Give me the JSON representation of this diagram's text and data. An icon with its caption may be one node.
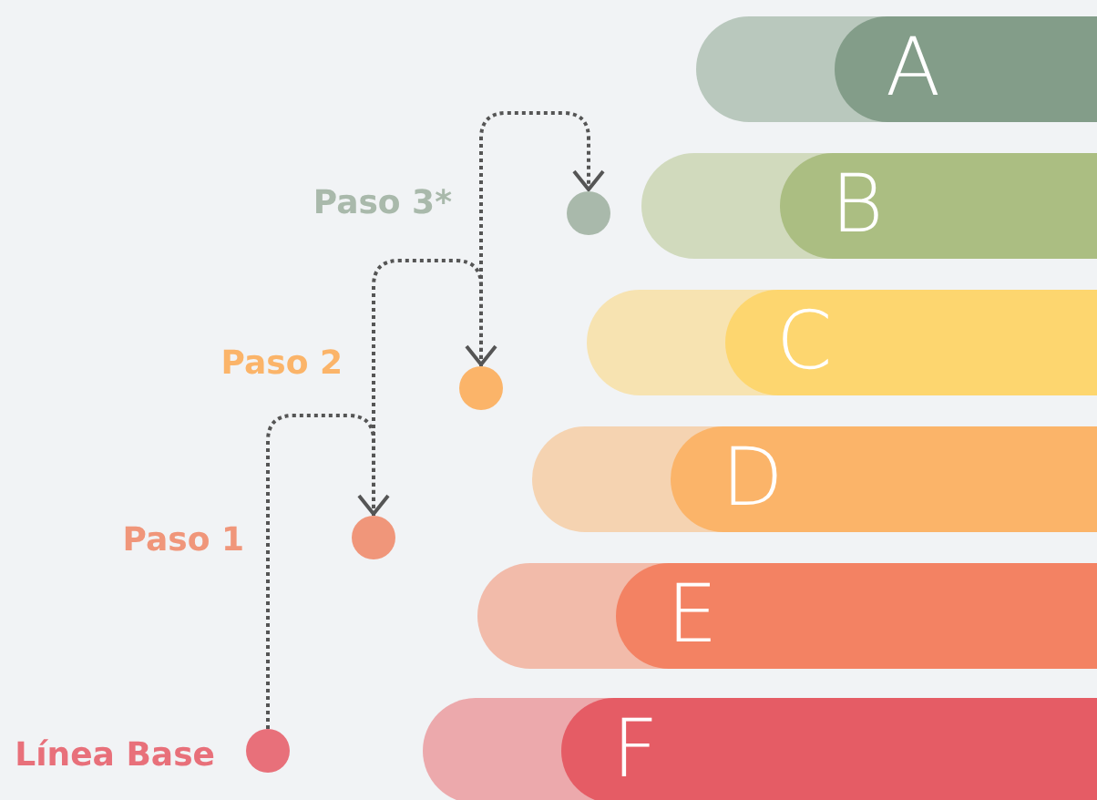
{
  "diagram": {
    "nodes": [
      {
        "text": [
          "A"
        ]
      },
      {
        "text": [
          "B"
        ]
      },
      {
        "text": [
          "C"
        ]
      },
      {
        "text": [
          "D"
        ]
      },
      {
        "text": [
          "E"
        ]
      },
      {
        "text": [
          "F"
        ]
      },
      {
        "text": [],
        "shape": "circle",
        "beside": [
          "Paso 3*"
        ]
      },
      {
        "text": [],
        "shape": "circle",
        "beside": [
          "Paso 2"
        ]
      },
      {
        "text": [],
        "shape": "circle",
        "beside": [
          "Paso 1"
        ]
      },
      {
        "text": [],
        "shape": "circle",
        "beside": [
          "Línea Base"
        ]
      }
    ],
    "edges": [
      {
        "from": 9,
        "to": 8,
        "arrow": "to",
        "style": "dashed"
      },
      {
        "from": 8,
        "to": 7,
        "arrow": "to",
        "style": "dashed"
      },
      {
        "from": 7,
        "to": 6,
        "arrow": "to",
        "style": "dashed"
      }
    ]
  }
}
